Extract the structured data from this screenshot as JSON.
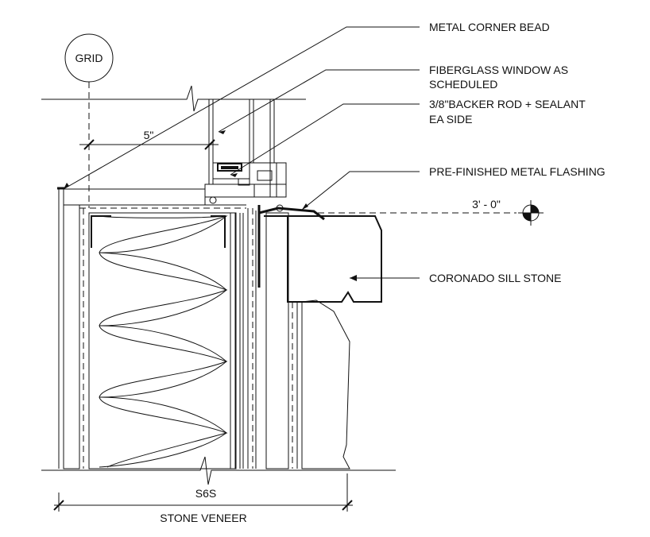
{
  "grid_bubble": "GRID",
  "dimensions": {
    "window_offset": "5\"",
    "sill_elevation": "3' - 0\""
  },
  "callouts": [
    {
      "lines": [
        "METAL CORNER BEAD"
      ]
    },
    {
      "lines": [
        "FIBERGLASS WINDOW AS",
        "SCHEDULED"
      ]
    },
    {
      "lines": [
        "3/8\"BACKER ROD + SEALANT",
        "EA SIDE"
      ]
    },
    {
      "lines": [
        "PRE-FINISHED METAL FLASHING"
      ]
    },
    {
      "lines": [
        "CORONADO SILL STONE"
      ]
    }
  ],
  "section_ref": "S6S",
  "bottom_label": "STONE VENEER",
  "colors": {
    "line": "#111111",
    "background": "#ffffff"
  }
}
